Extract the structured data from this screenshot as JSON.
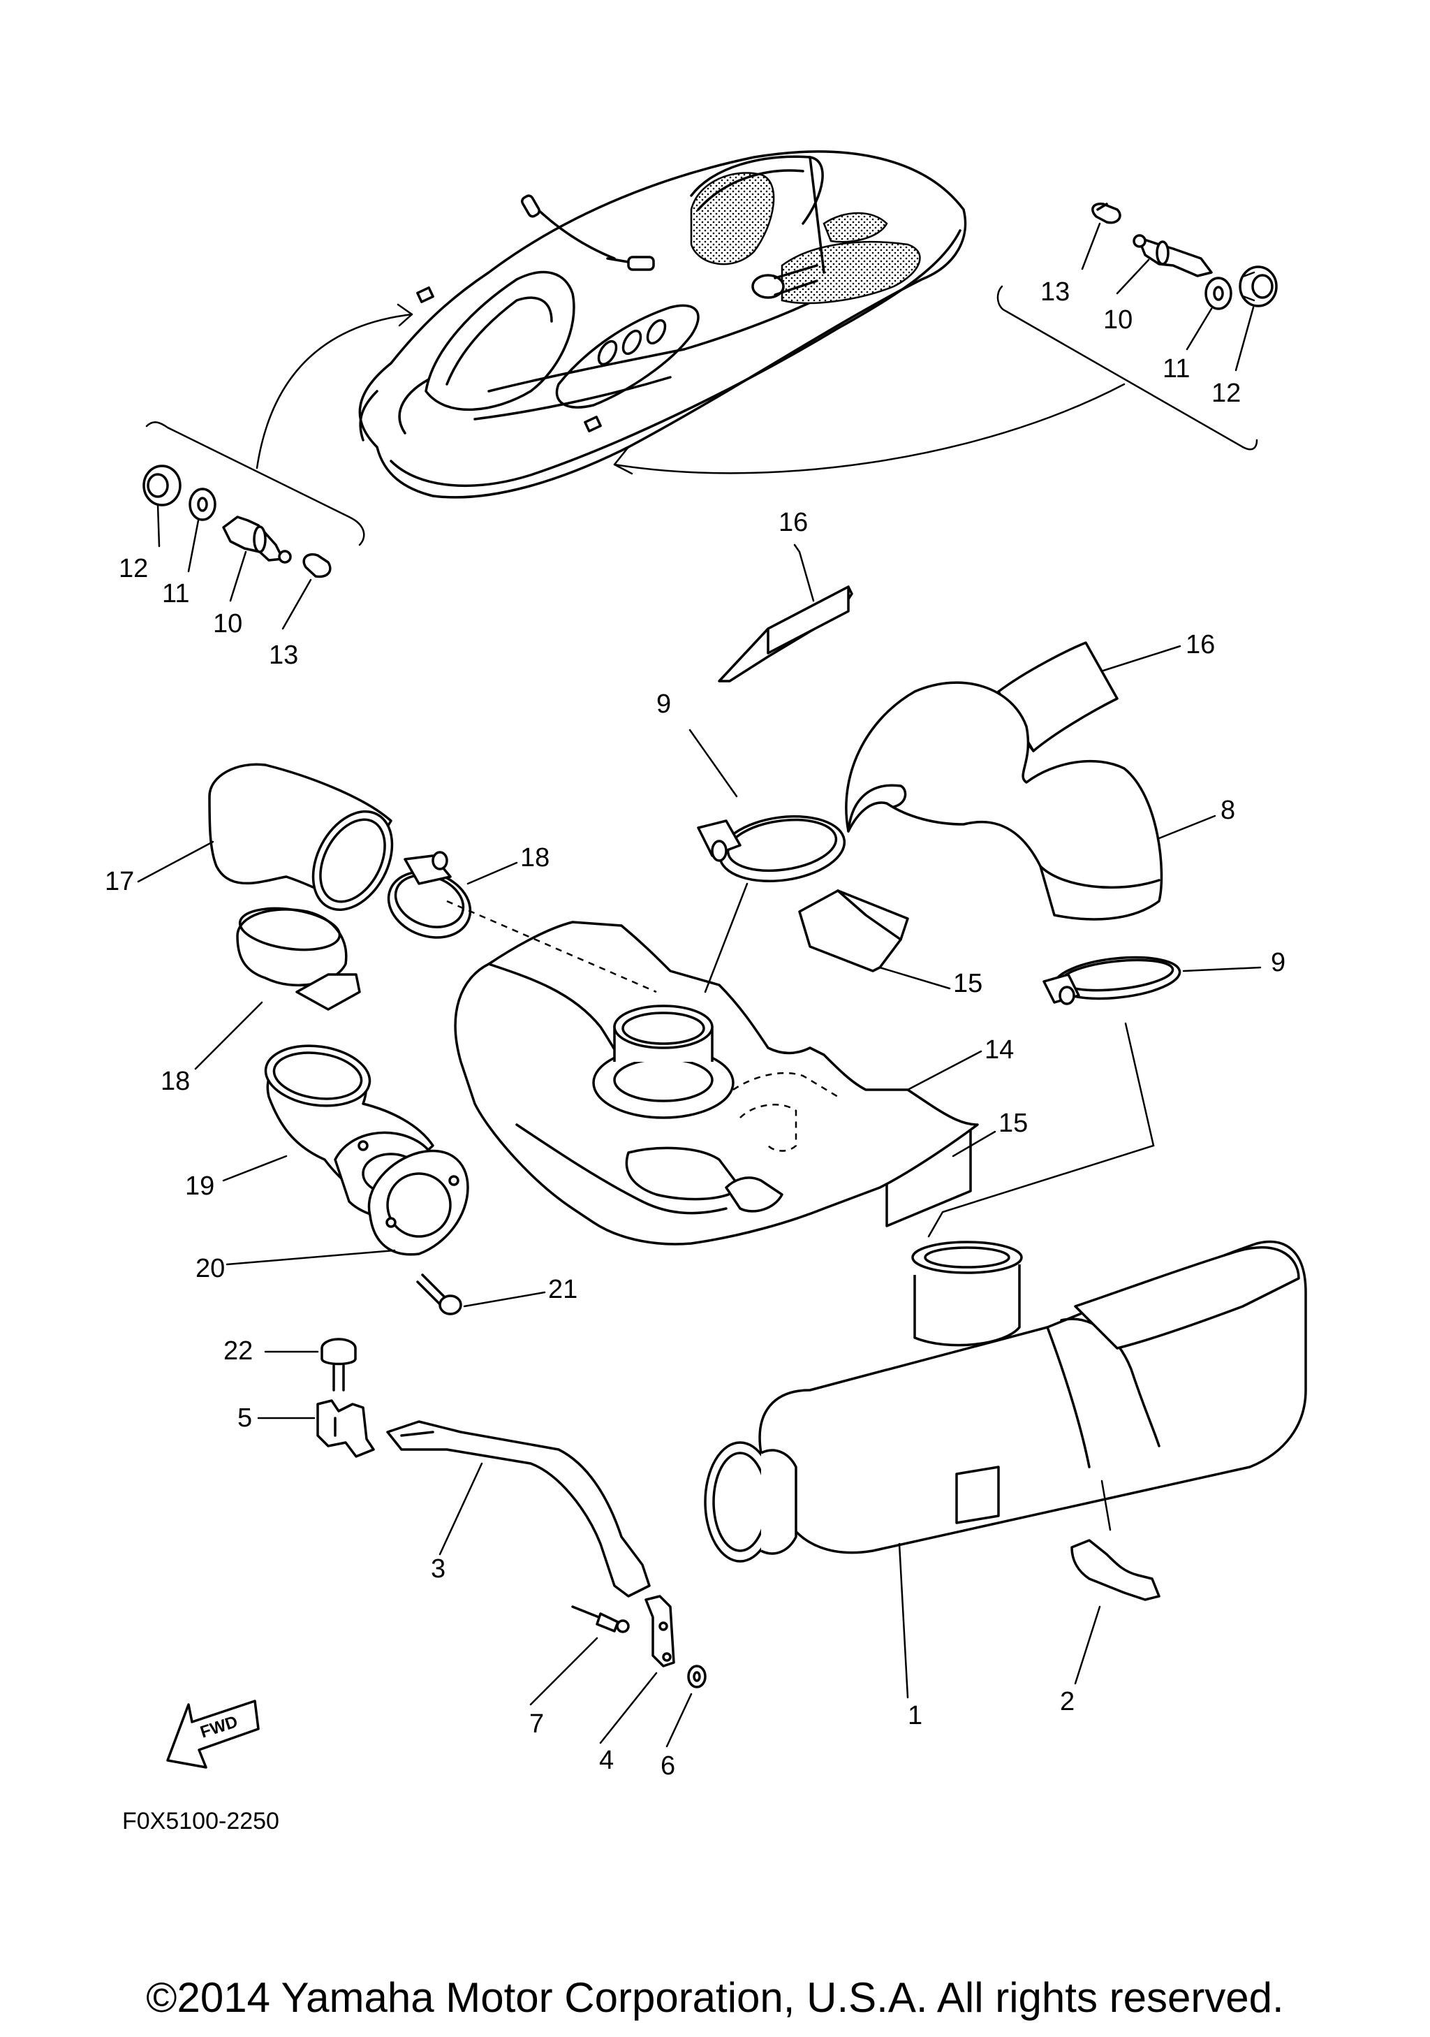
{
  "diagram_code": "F0X5100-2250",
  "copyright": "©2014 Yamaha Motor Corporation, U.S.A. All rights reserved.",
  "fwd_label": "FWD",
  "callouts": [
    {
      "id": "c13a",
      "text": "13"
    },
    {
      "id": "c10a",
      "text": "10"
    },
    {
      "id": "c11a",
      "text": "11"
    },
    {
      "id": "c12a",
      "text": "12"
    },
    {
      "id": "c12b",
      "text": "12"
    },
    {
      "id": "c11b",
      "text": "11"
    },
    {
      "id": "c10b",
      "text": "10"
    },
    {
      "id": "c13b",
      "text": "13"
    },
    {
      "id": "c16a",
      "text": "16"
    },
    {
      "id": "c16b",
      "text": "16"
    },
    {
      "id": "c9a",
      "text": "9"
    },
    {
      "id": "c8",
      "text": "8"
    },
    {
      "id": "c17",
      "text": "17"
    },
    {
      "id": "c18a",
      "text": "18"
    },
    {
      "id": "c15a",
      "text": "15"
    },
    {
      "id": "c9b",
      "text": "9"
    },
    {
      "id": "c14",
      "text": "14"
    },
    {
      "id": "c18b",
      "text": "18"
    },
    {
      "id": "c15b",
      "text": "15"
    },
    {
      "id": "c19",
      "text": "19"
    },
    {
      "id": "c20",
      "text": "20"
    },
    {
      "id": "c21",
      "text": "21"
    },
    {
      "id": "c22",
      "text": "22"
    },
    {
      "id": "c5",
      "text": "5"
    },
    {
      "id": "c3",
      "text": "3"
    },
    {
      "id": "c1",
      "text": "1"
    },
    {
      "id": "c2",
      "text": "2"
    },
    {
      "id": "c7",
      "text": "7"
    },
    {
      "id": "c4",
      "text": "4"
    },
    {
      "id": "c6",
      "text": "6"
    }
  ]
}
